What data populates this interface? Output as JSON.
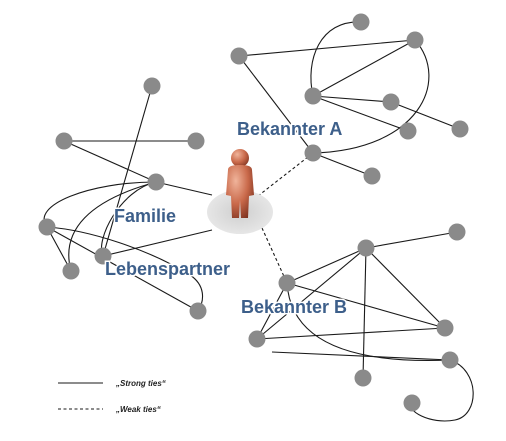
{
  "labels": {
    "bekannter_a": "Bekannter A",
    "bekannter_b": "Bekannter B",
    "familie": "Familie",
    "lebenspartner": "Lebenspartner"
  },
  "legend": {
    "strong": "„Strong ties“",
    "weak": "„Weak ties“"
  },
  "colors": {
    "node": "#8a8a8a",
    "label": "#3d5f8a",
    "person": "#c9694a",
    "person_shadow": "#d7d7d7"
  }
}
